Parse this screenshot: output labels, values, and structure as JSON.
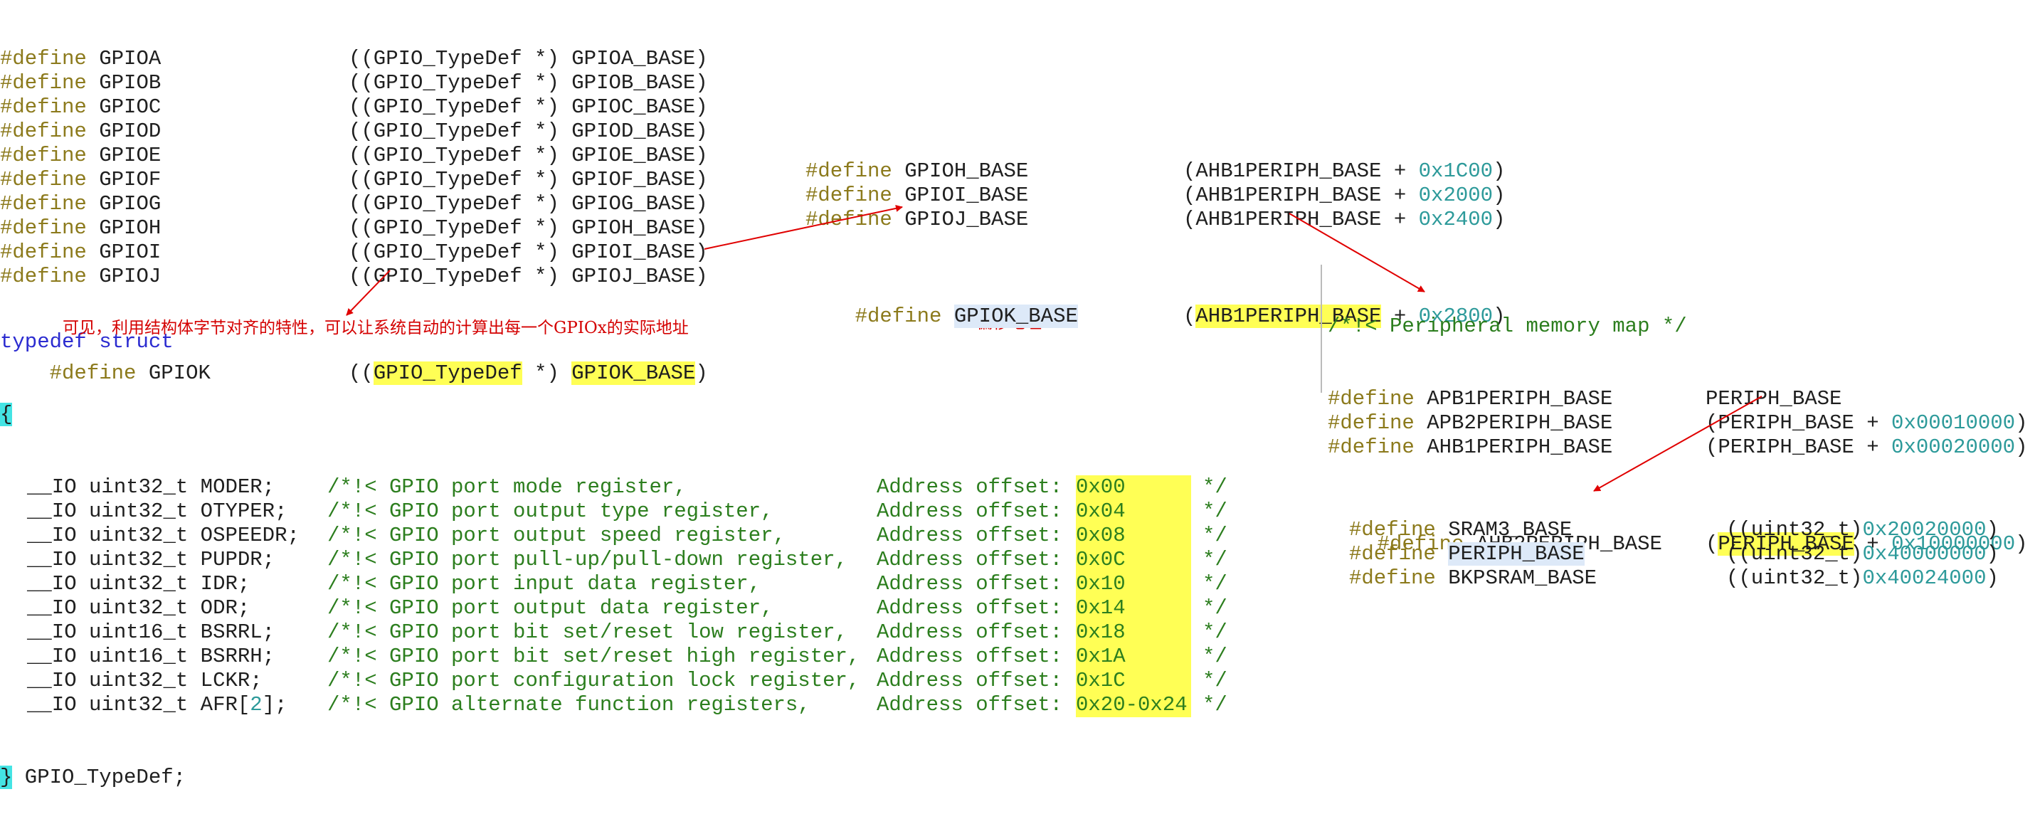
{
  "gpio_defines": [
    {
      "kw": "#define",
      "name": "GPIOA",
      "cast": "((GPIO_TypeDef *)",
      "base": "GPIOA_BASE)"
    },
    {
      "kw": "#define",
      "name": "GPIOB",
      "cast": "((GPIO_TypeDef *)",
      "base": "GPIOB_BASE)"
    },
    {
      "kw": "#define",
      "name": "GPIOC",
      "cast": "((GPIO_TypeDef *)",
      "base": "GPIOC_BASE)"
    },
    {
      "kw": "#define",
      "name": "GPIOD",
      "cast": "((GPIO_TypeDef *)",
      "base": "GPIOD_BASE)"
    },
    {
      "kw": "#define",
      "name": "GPIOE",
      "cast": "((GPIO_TypeDef *)",
      "base": "GPIOE_BASE)"
    },
    {
      "kw": "#define",
      "name": "GPIOF",
      "cast": "((GPIO_TypeDef *)",
      "base": "GPIOF_BASE)"
    },
    {
      "kw": "#define",
      "name": "GPIOG",
      "cast": "((GPIO_TypeDef *)",
      "base": "GPIOG_BASE)"
    },
    {
      "kw": "#define",
      "name": "GPIOH",
      "cast": "((GPIO_TypeDef *)",
      "base": "GPIOH_BASE)"
    },
    {
      "kw": "#define",
      "name": "GPIOI",
      "cast": "((GPIO_TypeDef *)",
      "base": "GPIOI_BASE)"
    },
    {
      "kw": "#define",
      "name": "GPIOJ",
      "cast": "((GPIO_TypeDef *)",
      "base": "GPIOJ_BASE)"
    }
  ],
  "gpiok": {
    "kw": "#define",
    "name": "GPIOK",
    "pre": "((",
    "cast_hl": "GPIO_TypeDef",
    "mid": " *) ",
    "base_hl": "GPIOK_BASE",
    "post": ")"
  },
  "struct": {
    "typedef_kw": "typedef",
    "struct_kw": "struct",
    "open_brace": "{",
    "close_brace": "}",
    "name": " GPIO_TypeDef;",
    "annotation": "可见，利用结构体字节对齐的特性，可以让系统自动的计算出每一个GPIOx的实际地址",
    "offset_label": "偏移地址",
    "members": [
      {
        "qual": "__IO",
        "type": "uint32_t",
        "field": "MODER;",
        "field_tail": "",
        "comment": "/*!< GPIO port mode register,",
        "off_label": "Address offset:",
        "off": "0x00",
        "end": "*/"
      },
      {
        "qual": "__IO",
        "type": "uint32_t",
        "field": "OTYPER;",
        "field_tail": "",
        "comment": "/*!< GPIO port output type register,",
        "off_label": "Address offset:",
        "off": "0x04",
        "end": "*/"
      },
      {
        "qual": "__IO",
        "type": "uint32_t",
        "field": "OSPEEDR;",
        "field_tail": "",
        "comment": "/*!< GPIO port output speed register,",
        "off_label": "Address offset:",
        "off": "0x08",
        "end": "*/"
      },
      {
        "qual": "__IO",
        "type": "uint32_t",
        "field": "PUPDR;",
        "field_tail": "",
        "comment": "/*!< GPIO port pull-up/pull-down register,",
        "off_label": "Address offset:",
        "off": "0x0C",
        "end": "*/"
      },
      {
        "qual": "__IO",
        "type": "uint32_t",
        "field": "IDR;",
        "field_tail": "",
        "comment": "/*!< GPIO port input data register,",
        "off_label": "Address offset:",
        "off": "0x10",
        "end": "*/"
      },
      {
        "qual": "__IO",
        "type": "uint32_t",
        "field": "ODR;",
        "field_tail": "",
        "comment": "/*!< GPIO port output data register,",
        "off_label": "Address offset:",
        "off": "0x14",
        "end": "*/"
      },
      {
        "qual": "__IO",
        "type": "uint16_t",
        "field": "BSRRL;",
        "field_tail": "",
        "comment": "/*!< GPIO port bit set/reset low register,",
        "off_label": "Address offset:",
        "off": "0x18",
        "end": "*/"
      },
      {
        "qual": "__IO",
        "type": "uint16_t",
        "field": "BSRRH;",
        "field_tail": "",
        "comment": "/*!< GPIO port bit set/reset high register,",
        "off_label": "Address offset:",
        "off": "0x1A",
        "end": "*/"
      },
      {
        "qual": "__IO",
        "type": "uint32_t",
        "field": "LCKR;",
        "field_tail": "",
        "comment": "/*!< GPIO port configuration lock register,",
        "off_label": "Address offset:",
        "off": "0x1C",
        "end": "*/"
      },
      {
        "qual": "__IO",
        "type": "uint32_t",
        "field": "AFR[",
        "field_num": "2",
        "field_tail": "];",
        "comment": "/*!< GPIO alternate function registers,",
        "off_label": "Address offset:",
        "off": "0x20-0x24",
        "end": "*/"
      }
    ]
  },
  "gpio_base": [
    {
      "kw": "#define",
      "name": "GPIOH_BASE",
      "expr": "(AHB1PERIPH_BASE + ",
      "num": "0x1C00",
      "close": ")"
    },
    {
      "kw": "#define",
      "name": "GPIOI_BASE",
      "expr": "(AHB1PERIPH_BASE + ",
      "num": "0x2000",
      "close": ")"
    },
    {
      "kw": "#define",
      "name": "GPIOJ_BASE",
      "expr": "(AHB1PERIPH_BASE + ",
      "num": "0x2400",
      "close": ")"
    }
  ],
  "gpiok_base": {
    "kw": "#define",
    "name": "GPIOK_BASE",
    "pre": "(",
    "expr_hl": "AHB1PERIPH_BASE",
    "post": " + ",
    "num": "0x2800",
    "close": ")"
  },
  "periph_map": {
    "comment": "/*!< Peripheral memory map */",
    "rows": [
      {
        "kw": "#define",
        "name": "APB1PERIPH_BASE",
        "expr": "PERIPH_BASE",
        "num": "",
        "close": ""
      },
      {
        "kw": "#define",
        "name": "APB2PERIPH_BASE",
        "expr": "(PERIPH_BASE + ",
        "num": "0x00010000",
        "close": ")"
      },
      {
        "kw": "#define",
        "name": "AHB1PERIPH_BASE",
        "expr": "(PERIPH_BASE + ",
        "num": "0x00020000",
        "close": ")"
      }
    ],
    "last": {
      "kw": "#define",
      "name": "AHB2PERIPH_BASE",
      "pre": "(",
      "expr_hl": "PERIPH_BASE",
      "post": " + ",
      "num": "0x10000000",
      "close": ")"
    }
  },
  "mem_base": [
    {
      "kw": "#define",
      "name": "SRAM3_BASE",
      "cast": "((uint32_t)",
      "num": "0x20020000",
      "close": ")",
      "hl": false
    },
    {
      "kw": "#define",
      "name": "PERIPH_BASE",
      "cast": "((uint32_t)",
      "num": "0x40000000",
      "close": ")",
      "hl": true
    },
    {
      "kw": "#define",
      "name": "BKPSRAM_BASE",
      "cast": "((uint32_t)",
      "num": "0x40024000",
      "close": ")",
      "hl": false
    }
  ],
  "colors": {
    "keyword": "#8c7a1c",
    "type": "#2b2bd0",
    "number": "#2d9a9a",
    "comment": "#2c7e1e",
    "highlight": "#ffff55",
    "annotation": "#d40000",
    "arrow": "#e00000"
  }
}
